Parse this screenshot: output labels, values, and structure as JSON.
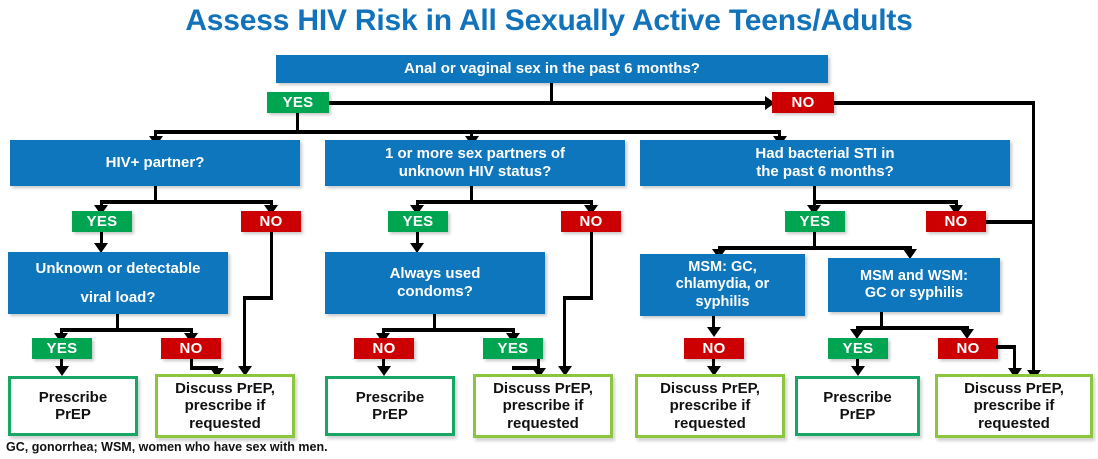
{
  "title": "Assess HIV Risk in All Sexually Active Teens/Adults",
  "colors": {
    "title_blue": "#1273bb",
    "question_blue": "#0e76bc",
    "yes_green": "#00a551",
    "no_red": "#cc0000",
    "prescribe_border_green": "#16a765",
    "discuss_border_green": "#8cc63e",
    "connector_black": "#000000",
    "page_background": "#ffffff"
  },
  "root_question": {
    "label": "Anal or vaginal sex in the past 6 months?",
    "yes_label": "YES",
    "no_label": "NO"
  },
  "branches": [
    {
      "id": "hiv-positive-partner",
      "question": "HIV+ partner?",
      "yes_label": "YES",
      "no_label": "NO",
      "sub_question": "Unknown or detectable\n\nviral load?",
      "sub_question_line1": "Unknown or detectable",
      "sub_question_line2": "viral load?",
      "sub_yes_label": "YES",
      "sub_no_label": "NO"
    },
    {
      "id": "unknown-hiv-status-partners",
      "question_line1": "1 or more sex partners of",
      "question_line2": "unknown HIV status?",
      "yes_label": "YES",
      "no_label": "NO",
      "sub_question_line1": "Always used",
      "sub_question_line2": "condoms?",
      "sub_no_label": "NO",
      "sub_yes_label": "YES"
    },
    {
      "id": "bacterial-sti",
      "question_line1": "Had bacterial STI in",
      "question_line2": "the past 6 months?",
      "yes_label": "YES",
      "no_label": "NO",
      "sub_boxes": [
        {
          "id": "msm-gc-chlamydia-syphilis",
          "line1": "MSM: GC,",
          "line2": "chlamydia, or",
          "line3": "syphilis",
          "answer_label": "NO"
        },
        {
          "id": "msm-and-wsm-gc-or-syphilis",
          "line1": "MSM and WSM:",
          "line2": "GC or syphilis",
          "yes_label": "YES",
          "no_label": "NO"
        }
      ]
    }
  ],
  "outcomes": [
    {
      "id": "outcome-1",
      "kind": "prescribe",
      "line1": "Prescribe",
      "line2": "PrEP",
      "line3": ""
    },
    {
      "id": "outcome-2",
      "kind": "discuss",
      "line1": "Discuss PrEP,",
      "line2": "prescribe if",
      "line3": "requested"
    },
    {
      "id": "outcome-3",
      "kind": "prescribe",
      "line1": "Prescribe",
      "line2": "PrEP",
      "line3": ""
    },
    {
      "id": "outcome-4",
      "kind": "discuss",
      "line1": "Discuss PrEP,",
      "line2": "prescribe if",
      "line3": "requested"
    },
    {
      "id": "outcome-5",
      "kind": "discuss",
      "line1": "Discuss PrEP,",
      "line2": "prescribe if",
      "line3": "requested"
    },
    {
      "id": "outcome-6",
      "kind": "prescribe",
      "line1": "Prescribe",
      "line2": "PrEP",
      "line3": ""
    },
    {
      "id": "outcome-7",
      "kind": "discuss",
      "line1": "Discuss PrEP,",
      "line2": "prescribe if",
      "line3": "requested"
    }
  ],
  "footnote": "GC, gonorrhea; WSM, women who have sex with men."
}
